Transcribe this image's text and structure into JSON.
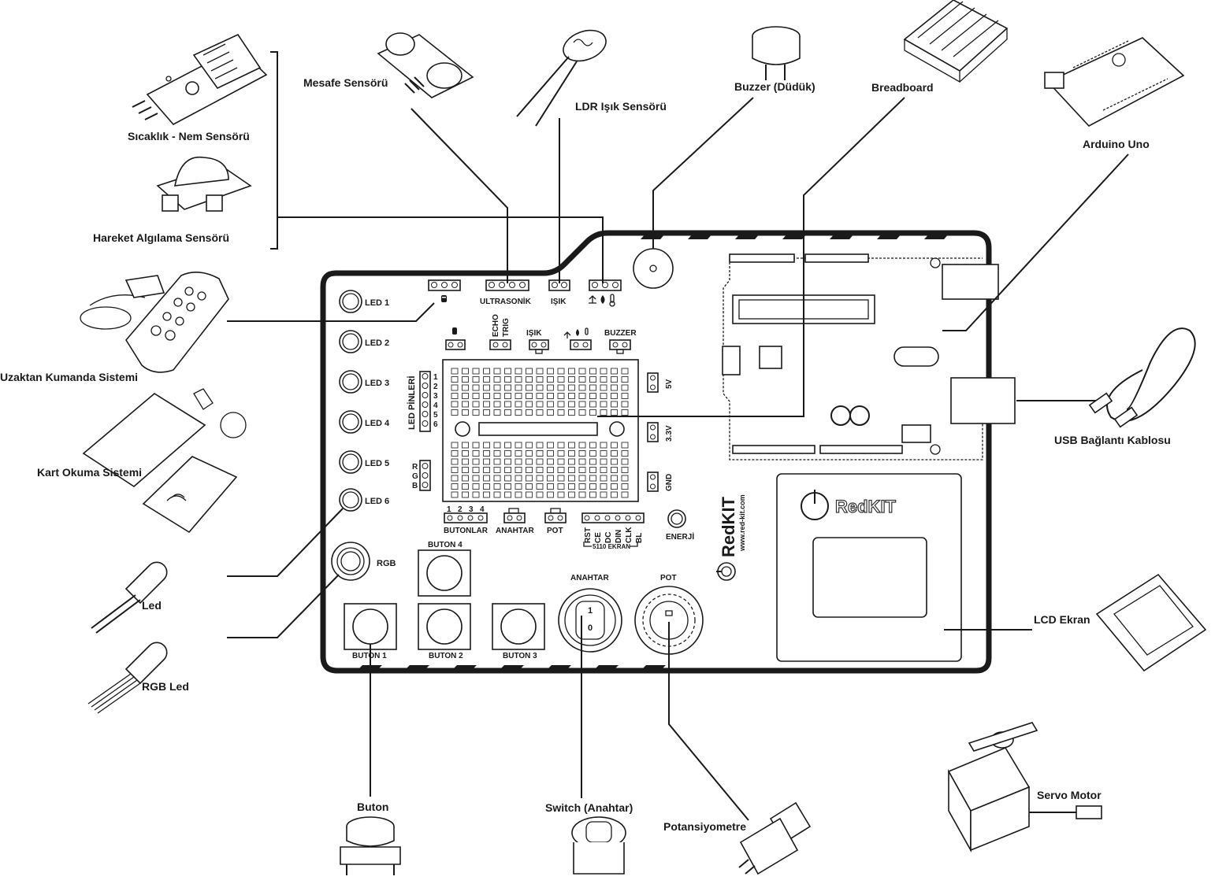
{
  "components": {
    "temp_humidity": "Sıcaklık - Nem Sensörü",
    "motion": "Hareket Algılama Sensörü",
    "distance": "Mesafe Sensörü",
    "ldr": "LDR Işık Sensörü",
    "buzzer": "Buzzer (Düdük)",
    "breadboard": "Breadboard",
    "arduino": "Arduino Uno",
    "remote": "Uzaktan Kumanda Sistemi",
    "card": "Kart Okuma Sistemi",
    "usb": "USB Bağlantı Kablosu",
    "led": "Led",
    "rgb_led": "RGB Led",
    "lcd": "LCD Ekran",
    "servo": "Servo Motor",
    "button": "Buton",
    "switch": "Switch  (Anahtar)",
    "pot": "Potansiyometre"
  },
  "board": {
    "leds": [
      "LED 1",
      "LED 2",
      "LED 3",
      "LED 4",
      "LED 5",
      "LED 6"
    ],
    "rgb": "RGB",
    "header_labels": {
      "ultrasonic": "ULTRASONİK",
      "light": "IŞIK"
    },
    "echo": "ECHO",
    "trig": "TRIG",
    "isik": "IŞIK",
    "buzzer": "BUZZER",
    "led_pins_title": "LED PİNLERİ",
    "led_pin_numbers": [
      "1",
      "2",
      "3",
      "4",
      "5",
      "6"
    ],
    "rgb_pins": [
      "R",
      "G",
      "B"
    ],
    "power_pins": [
      "5V",
      "3.3V",
      "GND"
    ],
    "button_numbers": [
      "1",
      "2",
      "3",
      "4"
    ],
    "butonlar": "BUTONLAR",
    "anahtar_pin": "ANAHTAR",
    "pot_pin": "POT",
    "lcd_pins": [
      "RST",
      "CE",
      "DC",
      "DIN",
      "CLK",
      "BL"
    ],
    "lcd_pins_caption": "5110 EKRAN",
    "power": "ENERJİ",
    "brand_logo": "RedKIT",
    "website": "www.red-kit.com",
    "buttons": [
      "BUTON 1",
      "BUTON 2",
      "BUTON 3",
      "BUTON 4"
    ],
    "anahtar": "ANAHTAR",
    "switch_on": "1",
    "switch_off": "0",
    "pot": "POT",
    "lcd_logo": "RedKIT"
  }
}
